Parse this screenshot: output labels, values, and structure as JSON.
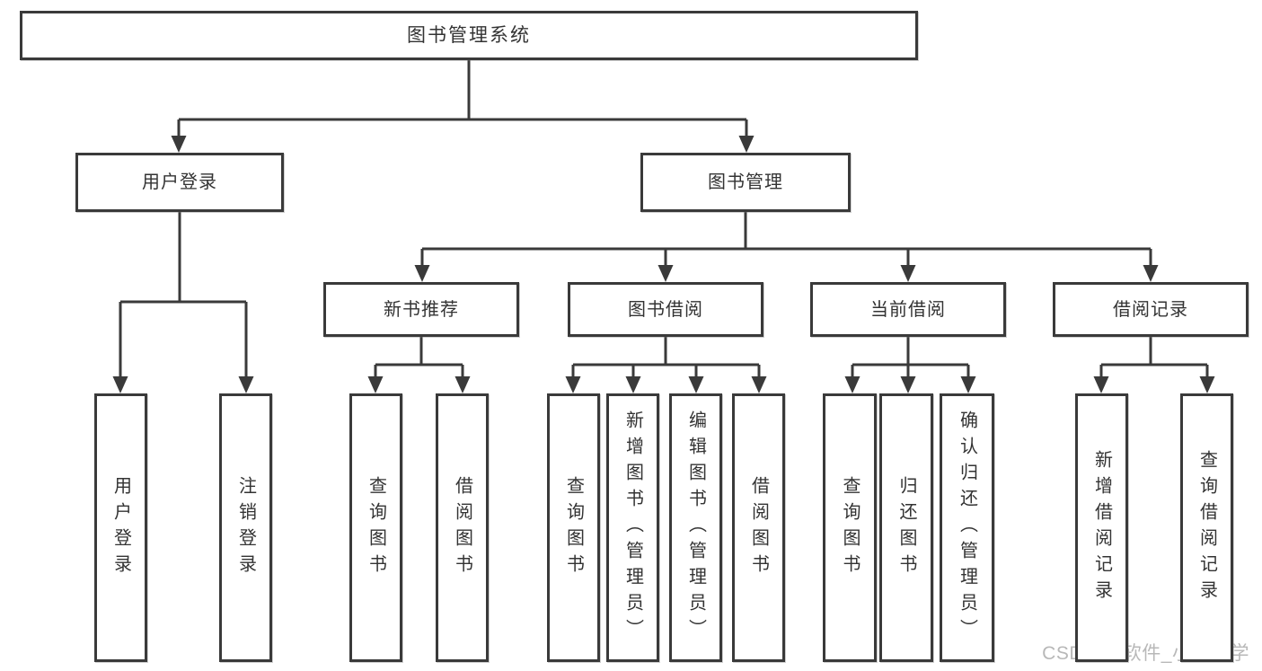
{
  "diagram": {
    "title": "图书管理系统",
    "nodes": [
      {
        "id": "root",
        "label": "图书管理系统",
        "level": 1
      },
      {
        "id": "login",
        "label": "用户登录",
        "level": 2
      },
      {
        "id": "mgmt",
        "label": "图书管理",
        "level": 2
      },
      {
        "id": "newbook",
        "label": "新书推荐",
        "level": 3
      },
      {
        "id": "borrow",
        "label": "图书借阅",
        "level": 3
      },
      {
        "id": "current",
        "label": "当前借阅",
        "level": 3
      },
      {
        "id": "records",
        "label": "借阅记录",
        "level": 3
      },
      {
        "id": "login-user",
        "label": "用户登录",
        "level": 4
      },
      {
        "id": "login-logout",
        "label": "注销登录",
        "level": 4
      },
      {
        "id": "newbook-query",
        "label": "查询图书",
        "level": 4
      },
      {
        "id": "newbook-borrow",
        "label": "借阅图书",
        "level": 4
      },
      {
        "id": "borrow-query",
        "label": "查询图书",
        "level": 4
      },
      {
        "id": "borrow-add",
        "label": "新增图书（管理员）",
        "level": 4
      },
      {
        "id": "borrow-edit",
        "label": "编辑图书（管理员）",
        "level": 4
      },
      {
        "id": "borrow-borrow",
        "label": "借阅图书",
        "level": 4
      },
      {
        "id": "current-query",
        "label": "查询图书",
        "level": 4
      },
      {
        "id": "current-return",
        "label": "归还图书",
        "level": 4
      },
      {
        "id": "current-confirm",
        "label": "确认归还（管理员）",
        "level": 4
      },
      {
        "id": "records-add",
        "label": "新增借阅记录",
        "level": 4
      },
      {
        "id": "records-query",
        "label": "查询借阅记录",
        "level": 4
      }
    ],
    "edges": [
      [
        "root",
        "login"
      ],
      [
        "root",
        "mgmt"
      ],
      [
        "login",
        "login-user"
      ],
      [
        "login",
        "login-logout"
      ],
      [
        "mgmt",
        "newbook"
      ],
      [
        "mgmt",
        "borrow"
      ],
      [
        "mgmt",
        "current"
      ],
      [
        "mgmt",
        "records"
      ],
      [
        "newbook",
        "newbook-query"
      ],
      [
        "newbook",
        "newbook-borrow"
      ],
      [
        "borrow",
        "borrow-query"
      ],
      [
        "borrow",
        "borrow-add"
      ],
      [
        "borrow",
        "borrow-edit"
      ],
      [
        "borrow",
        "borrow-borrow"
      ],
      [
        "current",
        "current-query"
      ],
      [
        "current",
        "current-return"
      ],
      [
        "current",
        "current-confirm"
      ],
      [
        "records",
        "records-add"
      ],
      [
        "records",
        "records-query"
      ]
    ]
  },
  "watermark": {
    "text": "CSDN @软件_小贺同学"
  },
  "colors": {
    "line": "#3a3a3a",
    "border": "#3a3a3a",
    "text": "#333333",
    "watermark": "#b8b8b8",
    "background": "#ffffff"
  }
}
